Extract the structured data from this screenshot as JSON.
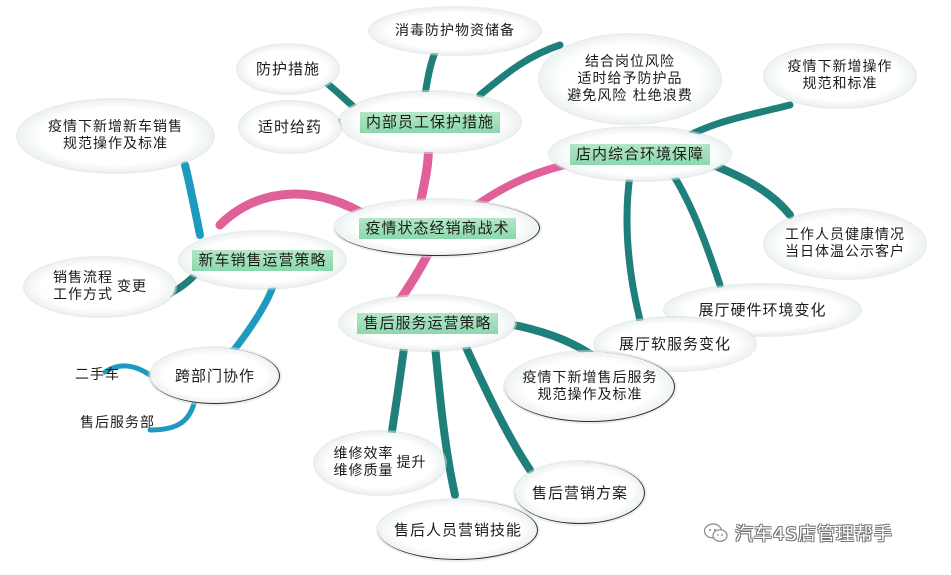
{
  "mindmap": {
    "colors": {
      "pink_branch": "#e0609a",
      "teal_branch": "#1f7f7a",
      "blue_branch": "#1e9ac0",
      "highlight": "#7fd3a0",
      "cloud_edge": "#d2dada",
      "ink": "#1c1c1c"
    },
    "center": {
      "label": "疫情状态经销商战术"
    },
    "branches": {
      "internal": {
        "label": "内部员工保护措施",
        "children": [
          {
            "label": "消毒防护物资储备"
          },
          {
            "label": "防护措施"
          },
          {
            "label": "适时给药"
          },
          {
            "lines": [
              "结合岗位风险",
              "适时给予防护品",
              "避免风险 杜绝浪费"
            ]
          }
        ]
      },
      "environment": {
        "label": "店内综合环境保障",
        "children": [
          {
            "lines": [
              "疫情下新增操作",
              "规范和标准"
            ]
          },
          {
            "lines": [
              "工作人员健康情况",
              "当日体温公示客户"
            ]
          },
          {
            "label": "展厅硬件环境变化"
          },
          {
            "label": "展厅软服务变化"
          }
        ]
      },
      "sales": {
        "label": "新车销售运营策略",
        "children": [
          {
            "lines": [
              "疫情下新增新车销售",
              "规范操作及标准"
            ]
          },
          {
            "lines": [
              "销售流程",
              "工作方式"
            ],
            "suffix": "变更"
          },
          {
            "label": "跨部门协作",
            "children": [
              {
                "label": "二手车"
              },
              {
                "label": "售后服务部"
              }
            ]
          }
        ]
      },
      "aftersales": {
        "label": "售后服务运营策略",
        "children": [
          {
            "lines": [
              "疫情下新增售后服务",
              "规范操作及标准"
            ]
          },
          {
            "lines": [
              "维修效率",
              "维修质量"
            ],
            "suffix": "提升"
          },
          {
            "label": "售后人员营销技能"
          },
          {
            "label": "售后营销方案"
          }
        ]
      }
    }
  },
  "watermark": {
    "icon": "wechat-icon",
    "text": "汽车4S店管理帮手"
  }
}
